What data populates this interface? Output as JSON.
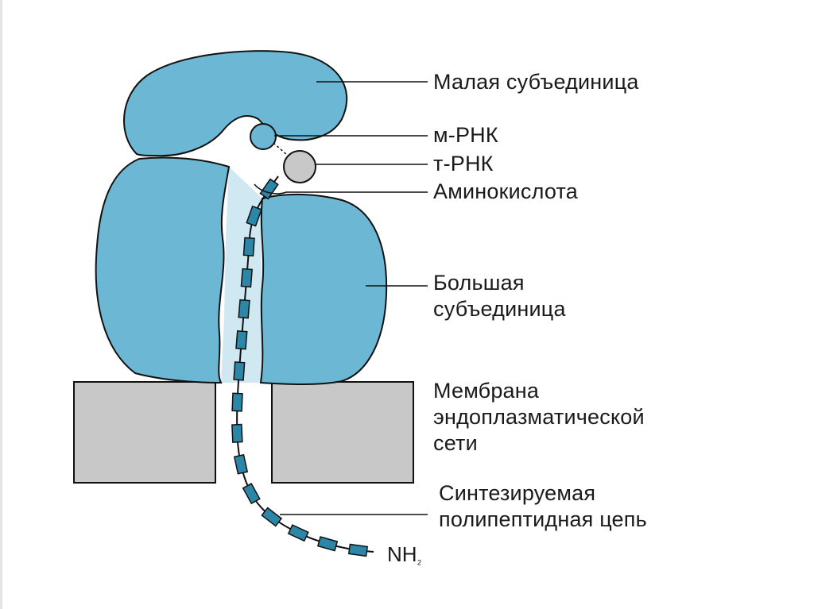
{
  "colors": {
    "ribosome": "#6cb8d4",
    "trna": "#c8c8c8",
    "membrane": "#c8c8c8",
    "chain_bead": "#2b86a8",
    "stroke": "#111111"
  },
  "labels": {
    "small_subunit": "Малая субъединица",
    "mrna": "м-РНК",
    "trna": "т-РНК",
    "amino_acid": "Аминокислота",
    "large_subunit_line1": "Большая",
    "large_subunit_line2": "субъединица",
    "membrane_line1": "Мембрана",
    "membrane_line2": "эндоплазматической",
    "membrane_line3": "сети",
    "chain_line1": "Синтезируемая",
    "chain_line2": "полипептидная цепь",
    "nh2_base": "NH",
    "nh2_sub": "₂"
  }
}
